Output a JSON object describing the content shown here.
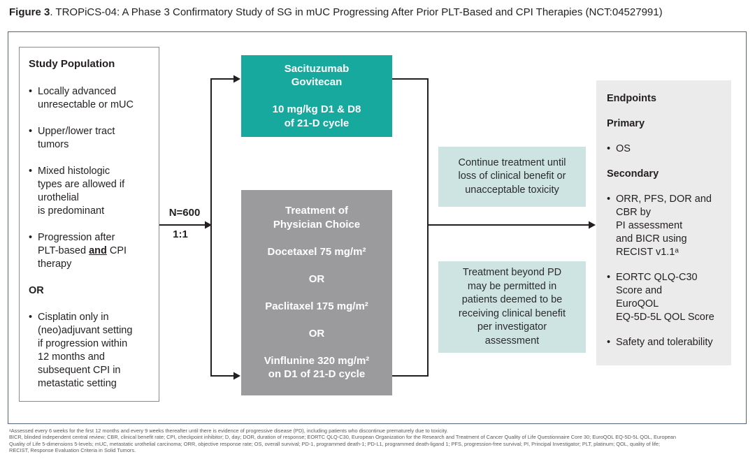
{
  "title": {
    "figure_label": "Figure 3",
    "text": ". TROPiCS-04: A Phase 3 Confirmatory Study of SG in mUC Progressing After Prior PLT-Based and CPI Therapies (NCT:04527991)"
  },
  "colors": {
    "teal_arm": "#18a99e",
    "gray_arm": "#9b9b9d",
    "light_teal_note": "#cde4e3",
    "endpoints_bg": "#ebebeb",
    "frame_border": "#53637d",
    "arrow": "#231f20",
    "footnote_text": "#595a5c"
  },
  "study_population": {
    "heading": "Study Population",
    "bullet_marker": "•",
    "bullet_1": "Locally advanced\nunresectable or mUC",
    "bullet_2": "Upper/lower tract\ntumors",
    "bullet_3": "Mixed histologic\ntypes are allowed if\nurothelial\nis predominant",
    "bullet_4_pre": "Progression after\nPLT-based ",
    "bullet_4_and": "and",
    "bullet_4_post": " CPI\ntherapy",
    "or_label": "OR",
    "bullet_5": "Cisplatin only in\n(neo)adjuvant setting\nif progression within\n12 months and\nsubsequent CPI in\nmetastatic setting"
  },
  "randomization": {
    "n_label": "N=600",
    "ratio_label": "1:1"
  },
  "arm_sg": {
    "text": "Sacituzumab\nGovitecan\n\n10 mg/kg D1 & D8\nof 21-D cycle"
  },
  "arm_tpc": {
    "text": "Treatment of\nPhysician Choice\n\nDocetaxel 75 mg/m²\n\nOR\n\nPaclitaxel 175 mg/m²\n\nOR\n\nVinflunine 320 mg/m²\non D1 of 21-D cycle"
  },
  "note_continue": {
    "text": "Continue treatment until\nloss of clinical benefit or\nunacceptable toxicity"
  },
  "note_beyond_pd": {
    "text": "Treatment beyond PD\nmay be permitted in\npatients deemed to be\nreceiving clinical benefit\nper investigator\nassessment"
  },
  "endpoints": {
    "heading": "Endpoints",
    "primary_heading": "Primary",
    "primary_bullet": "OS",
    "secondary_heading": "Secondary",
    "secondary_bullet_1": "ORR, PFS, DOR and\nCBR by\nPI assessment\nand BICR using\nRECIST v1.1ᵃ",
    "secondary_bullet_2": "EORTC QLQ-C30\nScore and\nEuroQOL\nEQ-5D-5L QOL Score",
    "secondary_bullet_3": "Safety and tolerability"
  },
  "footnotes": {
    "text": "ᵃAssessed every 6 weeks for the first 12 months and every 9 weeks thereafter until there is evidence of progressive disease (PD), including patients who discontinue prematurely due to toxicity.\nBICR, blinded independent central review; CBR, clinical benefit rate; CPI, checkpoint inhibitor; D, day; DOR, duration of response; EORTC QLQ-C30, European Organization for the Research and Treatment of Cancer Quality of Life Questionnaire Core 30; EuroQOL EQ-5D-5L QOL, European\nQuality of Life 5-dimensions 5-levels; mUC, metastatic urothelial carcinoma; ORR, objective response rate; OS, overall survival; PD-1, programmed death-1; PD-L1, programmed death-ligand 1; PFS, progression-free survival; PI, Principal Investigator; PLT, platinum; QOL, quality of life;\nRECIST, Response Evaluation Criteria in Solid Tumors."
  }
}
